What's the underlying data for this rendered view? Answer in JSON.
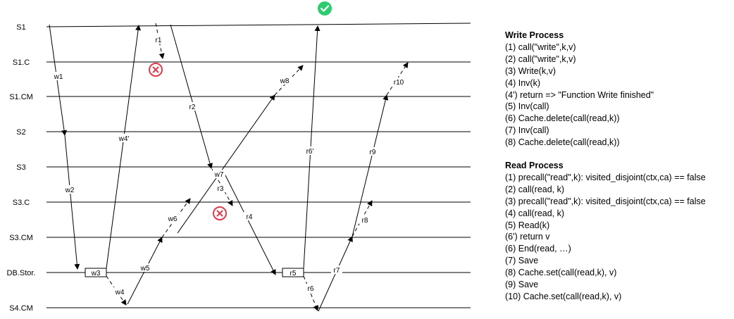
{
  "diagram": {
    "lanes": [
      "S1",
      "S1.C",
      "S1.CM",
      "S2",
      "S3",
      "S3.C",
      "S3.CM",
      "DB.Stor.",
      "S4.CM"
    ],
    "boxes": [
      "w3",
      "r5"
    ],
    "message_labels": [
      "w1",
      "w2",
      "w4",
      "w4'",
      "w5",
      "w6",
      "w7",
      "w8",
      "r1",
      "r2",
      "r3",
      "r4",
      "r6",
      "r6'",
      "r7",
      "r8",
      "r9",
      "r10"
    ],
    "colors": {
      "success": "#2ecc71",
      "failure": "#e03b4b",
      "line": "#000000"
    },
    "icons": {
      "success": "check-circle-icon",
      "failure": "x-circle-icon"
    }
  },
  "legends": {
    "write": {
      "title": "Write Process",
      "items": [
        "(1) call(\"write\",k,v)",
        "(2) call(\"write\",k,v)",
        "(3) Write(k,v)",
        "(4) Inv(k)",
        "(4') return => \"Function Write finished\"",
        "(5) Inv(call)",
        "(6) Cache.delete(call(read,k))",
        "(7) Inv(call)",
        "(8) Cache.delete(call(read,k))"
      ]
    },
    "read": {
      "title": "Read Process",
      "items": [
        "(1) precall(\"read\",k): visited_disjoint(ctx,ca) == false",
        "(2) call(read, k)",
        "(3) precall(\"read\",k): visited_disjoint(ctx,ca) == false",
        "(4) call(read, k)",
        "(5) Read(k)",
        "(6') return v",
        "(6) End(read, …)",
        "(7) Save",
        "(8) Cache.set(call(read,k), v)",
        "(9) Save",
        "(10) Cache.set(call(read,k), v)"
      ]
    }
  }
}
